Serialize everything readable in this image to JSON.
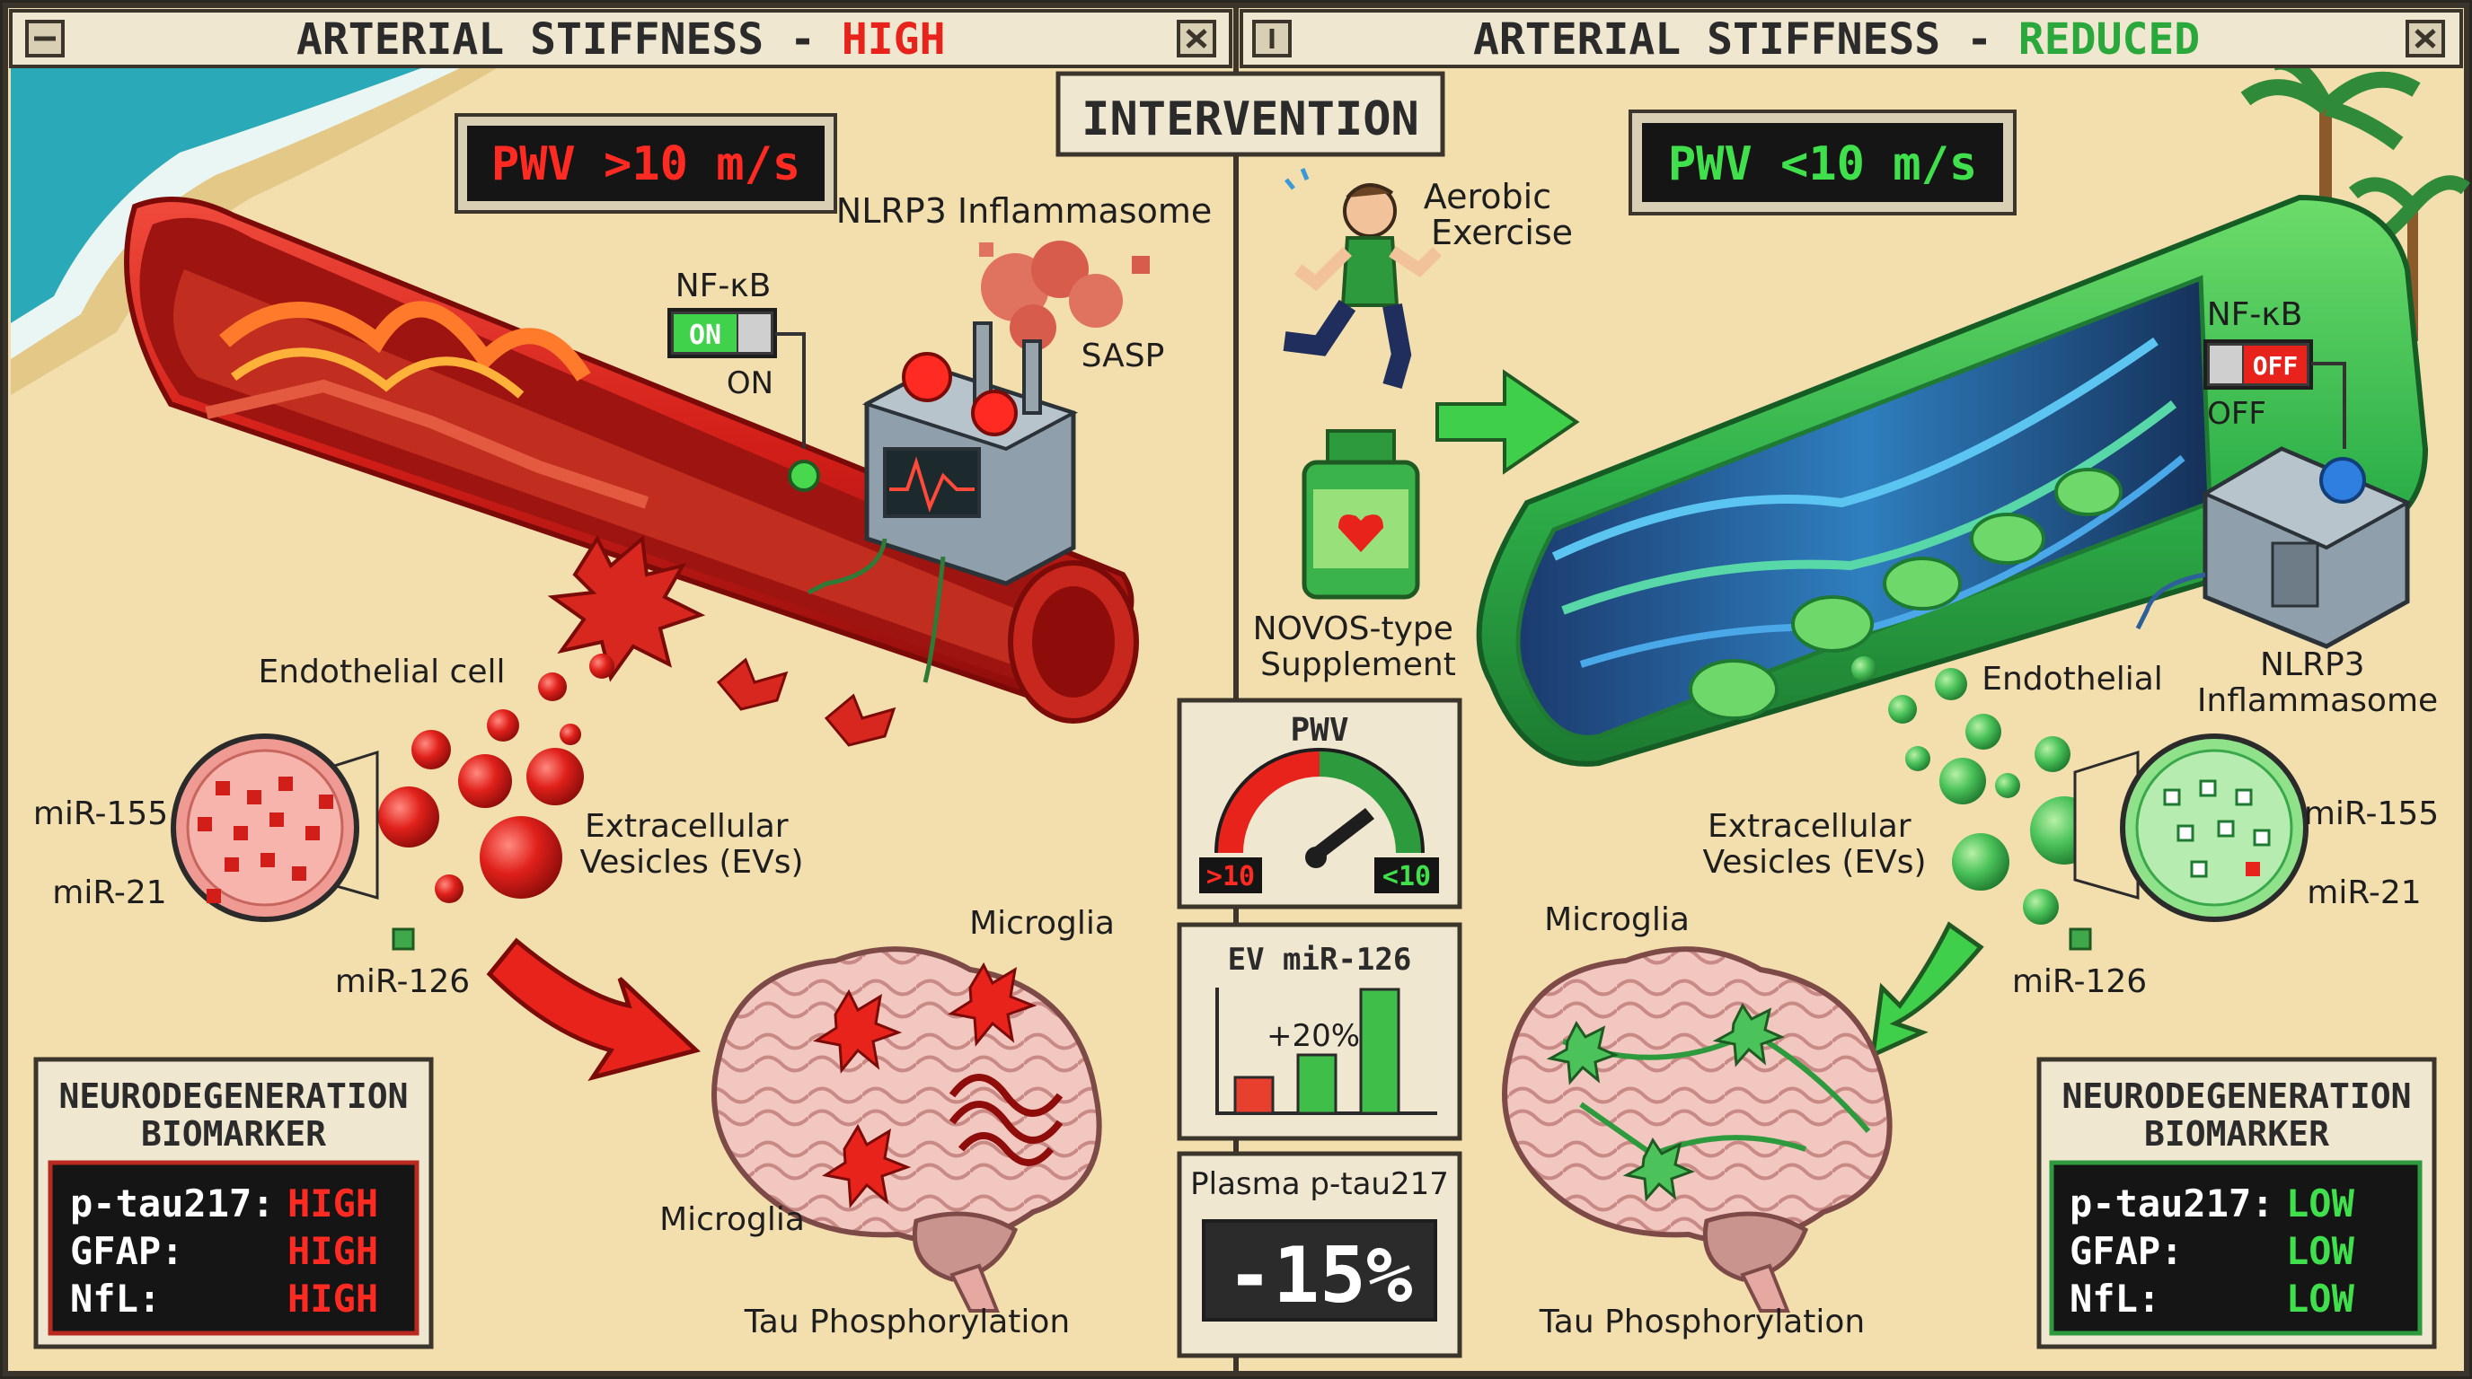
{
  "left_panel": {
    "title_prefix": "ARTERIAL STIFFNESS - ",
    "title_state": "HIGH",
    "pwv": "PWV >10 m/s",
    "nfkb": {
      "label": "NF-κB",
      "toggle": "ON",
      "state": "ON"
    },
    "nlrp3": "NLRP3 Inflammasome",
    "sasp": "SASP",
    "endothelial": "Endothelial cell",
    "evs": [
      "Extracellular",
      "Vesicles (EVs)"
    ],
    "mir155": "miR-155",
    "mir21": "miR-21",
    "mir126": "miR-126",
    "microglia_top": "Microglia",
    "microglia_bottom": "Microglia",
    "tau": "Tau Phosphorylation",
    "biomarker": {
      "title": [
        "NEURODEGENERATION",
        "BIOMARKER"
      ],
      "rows": [
        {
          "name": "p-tau217:",
          "value": "HIGH"
        },
        {
          "name": "GFAP:",
          "value": "HIGH"
        },
        {
          "name": "NfL:",
          "value": "HIGH"
        }
      ]
    }
  },
  "right_panel": {
    "title_prefix": "ARTERIAL STIFFNESS - ",
    "title_state": "REDUCED",
    "pwv": "PWV <10 m/s",
    "exercise": [
      "Aerobic",
      "Exercise"
    ],
    "supplement": [
      "NOVOS-type",
      "Supplement"
    ],
    "nfkb": {
      "label": "NF-κB",
      "toggle": "OFF",
      "state": "OFF"
    },
    "endothelial": "Endothelial",
    "nlrp3": [
      "NLRP3",
      "Inflammasome"
    ],
    "evs": [
      "Extracellular",
      "Vesicles (EVs)"
    ],
    "mir155": "miR-155",
    "mir21": "miR-21",
    "mir126": "miR-126",
    "microglia": "Microglia",
    "tau": "Tau Phosphorylation",
    "biomarker": {
      "title": [
        "NEURODEGENERATION",
        "BIOMARKER"
      ],
      "rows": [
        {
          "name": "p-tau217:",
          "value": "LOW"
        },
        {
          "name": "GFAP:",
          "value": "LOW"
        },
        {
          "name": "NfL:",
          "value": "LOW"
        }
      ]
    }
  },
  "center": {
    "intervention": "INTERVENTION",
    "pwv_gauge": {
      "title": "PWV",
      "low_label": ">10",
      "high_label": "<10"
    },
    "ev_chart": {
      "title": "EV miR-126",
      "annotation": "+20%"
    },
    "plasma": {
      "title": "Plasma p-tau217",
      "value": "-15%"
    }
  },
  "colors": {
    "high": "#e8231c",
    "reduced": "#2aa83c",
    "sand": "#f3dfae",
    "panel": "#efe7cf"
  }
}
